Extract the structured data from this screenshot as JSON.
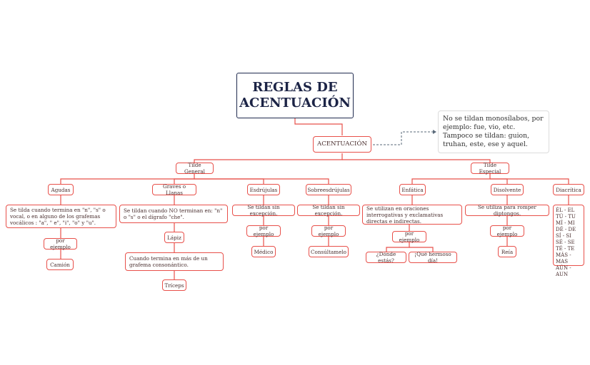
{
  "title": "REGLAS DE ACENTUACIÓN",
  "root": "ACENTUACIÓN",
  "note": "No se tildan monosílabos, por ejemplo: fue, vio, etc. Tampoco se tildan: guion, truhan, este, ese y aquel.",
  "tilde_general": {
    "label": "Tilde General",
    "agudas": {
      "label": "Agudas",
      "rule": "Se tilda cuando termina en \"n\", \"s\" o vocal, o en alguno de los grafemas vocálicos : \"a\", \" e\", \"i\", \"o\" y \"u\".",
      "ex_label": "por ejemplo",
      "example": "Camión"
    },
    "graves": {
      "label": "Graves o Llanas",
      "rule": "Se tildan cuando NO terminan en: \"n\" o \"s\" o el dígrafo \"che\".",
      "example1": "Lápiz",
      "rule2": "Cuando termina en más de un grafema consonántico.",
      "example2": "Tríceps"
    },
    "esdrujulas": {
      "label": "Esdrújulas",
      "rule": "Se tildan sin excepción.",
      "ex_label": "por ejemplo",
      "example": "Médico"
    },
    "sobreesdrujulas": {
      "label": "Sobreesdrújulas",
      "rule": "Se tildan sin excepción.",
      "ex_label": "por ejemplo",
      "example": "Consúltamelo"
    }
  },
  "tilde_especial": {
    "label": "Tilde Especial",
    "enfatica": {
      "label": "Enfática",
      "rule": "Se utilizan en oraciones interrogativas y exclamativas directas e indirectas.",
      "ex_label": "por ejemplo",
      "example1": "¿Dónde estás?",
      "example2": "¡Qué hermoso día!"
    },
    "disolvente": {
      "label": "Disolvente",
      "rule": "Se utiliza para romper diptongos.",
      "ex_label": "por ejemplo",
      "example": "Reía"
    },
    "diacritica": {
      "label": "Diacrítica",
      "pairs": [
        "ÉL - EL",
        "TÚ - TU",
        "MÍ - MI",
        "DÉ - DE",
        "SÍ - SI",
        "SÉ - SE",
        "TÉ - TE",
        "MÁS - MAS",
        "AÚN - AUN"
      ]
    }
  },
  "colors": {
    "accent": "#e8504a",
    "title_border": "#1f2a4f",
    "connector": "#5a6a7a"
  }
}
